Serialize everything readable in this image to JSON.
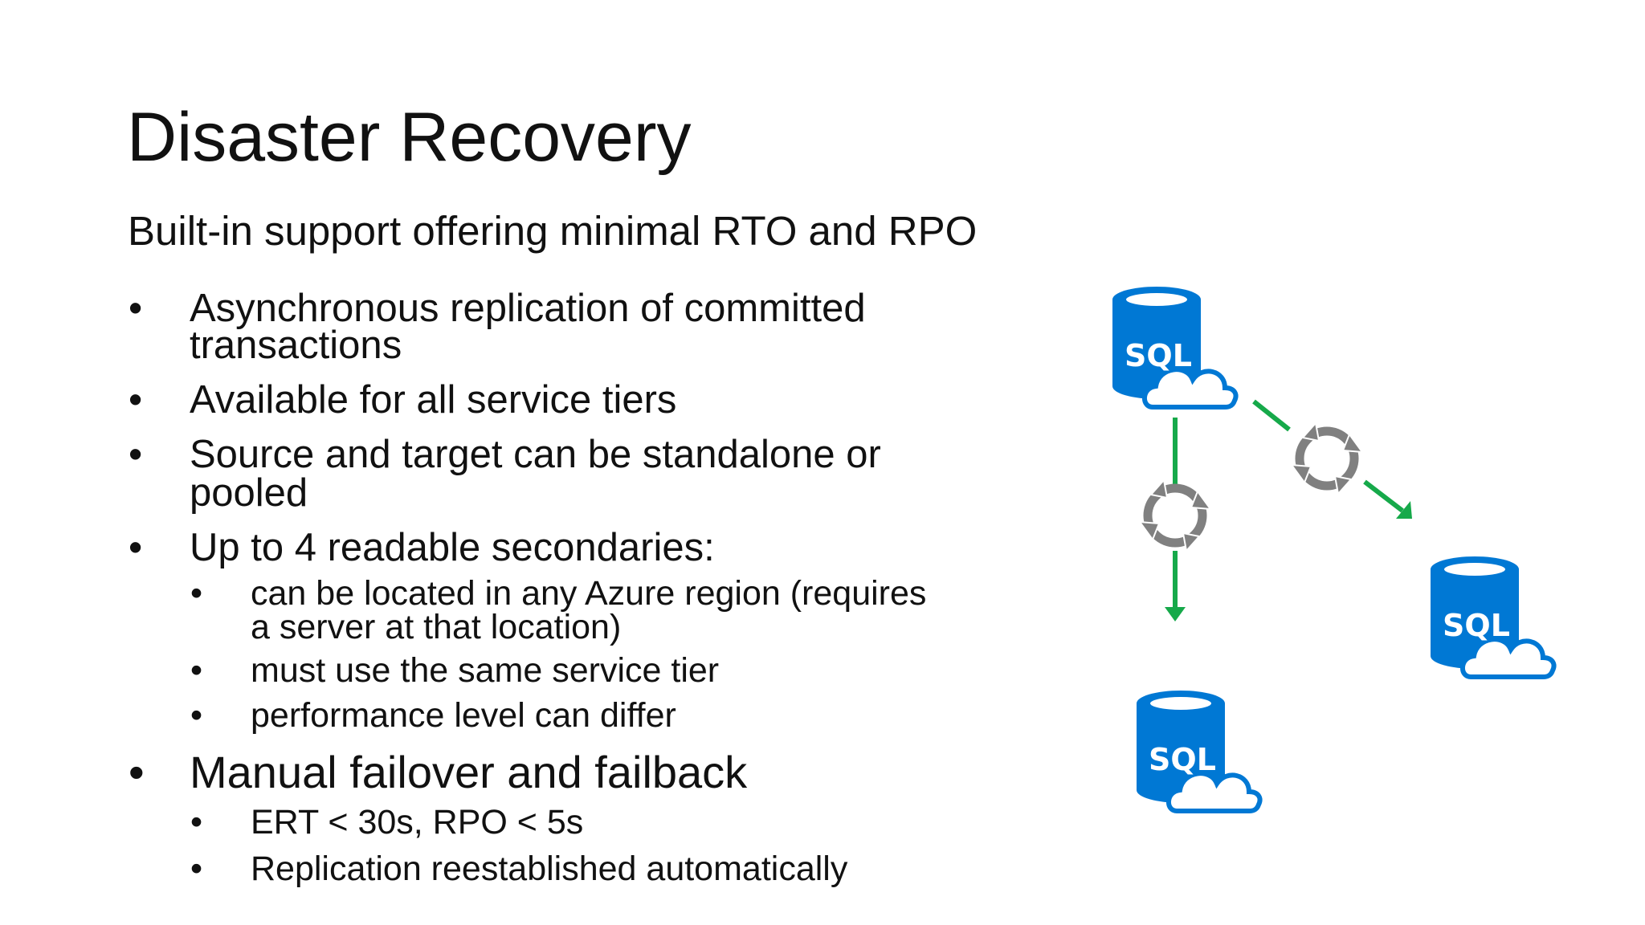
{
  "slide": {
    "title": "Disaster Recovery",
    "subtitle": "Built-in support offering minimal RTO and RPO",
    "bullet_glyph": "•",
    "bullets": [
      {
        "lines": [
          "Asynchronous replication of committed",
          "transactions"
        ]
      },
      {
        "lines": [
          "Available for all service tiers"
        ]
      },
      {
        "lines": [
          "Source and target can be standalone or",
          "pooled"
        ]
      },
      {
        "lines": [
          "Up to 4 readable secondaries:"
        ],
        "sub": [
          {
            "lines": [
              "can be located in any Azure region (requires",
              "a server at that location)"
            ]
          },
          {
            "lines": [
              "must use the same service tier"
            ]
          },
          {
            "lines": [
              "performance level can differ"
            ]
          }
        ]
      },
      {
        "lines": [
          "Manual failover and failback"
        ],
        "sub": [
          {
            "lines": [
              "ERT < 30s, RPO < 5s"
            ]
          },
          {
            "lines": [
              "Replication reestablished automatically"
            ]
          }
        ]
      }
    ]
  },
  "diagram": {
    "database_label": "SQL",
    "colors": {
      "database": "#0078d4",
      "arrow": "#16a94a",
      "sync": "#808080"
    },
    "icons": [
      "sql-database-cloud-icon",
      "sync-icon",
      "arrow-down-icon"
    ]
  }
}
